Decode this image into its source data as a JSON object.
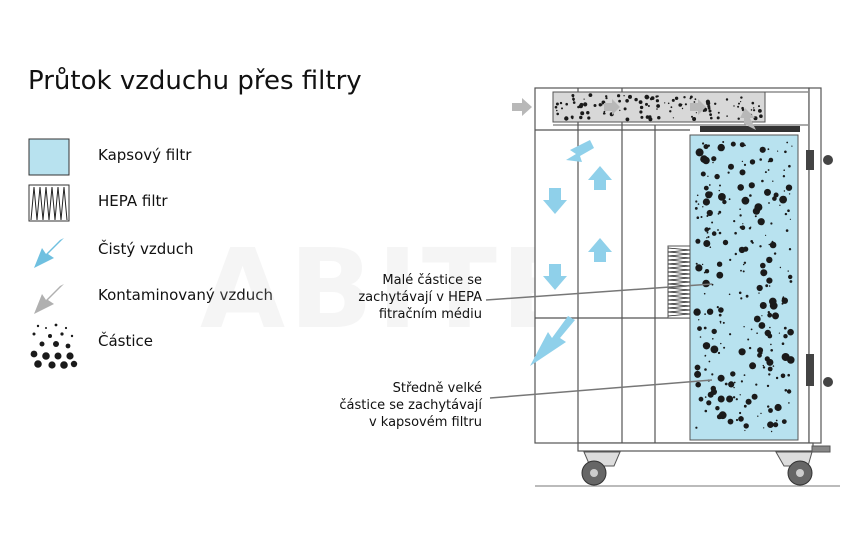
{
  "title": "Průtok vzduchu přes filtry",
  "legend": [
    {
      "id": "pocket-filter",
      "label": "Kapsový filtr",
      "icon": "pocket-filter-swatch",
      "color": "#b8e2ef"
    },
    {
      "id": "hepa-filter",
      "label": "HEPA filtr",
      "icon": "hepa-filter-zigzag"
    },
    {
      "id": "clean-air",
      "label": "Čistý vzduch",
      "icon": "clean-air-arrow-icon",
      "color": "#6fc0e0"
    },
    {
      "id": "contaminated-air",
      "label": "Kontaminovaný vzduch",
      "icon": "contaminated-air-arrow-icon",
      "color": "#b0b0b0"
    },
    {
      "id": "particles",
      "label": "Částice",
      "icon": "particles-icon",
      "color": "#1a1a1a"
    }
  ],
  "callouts": {
    "hepa": {
      "lines": [
        "Malé částice se",
        "zachytávají v HEPA",
        "fitračním médiu"
      ]
    },
    "pocket": {
      "lines": [
        "Středně velké",
        "částice se zachytávají",
        "v kapsovém filtru"
      ]
    }
  },
  "watermark": "ABITEC",
  "colors": {
    "filter_fill": "#b8e2ef",
    "clean_arrow": "#6fc0e0",
    "dirty_arrow": "#b0b0b0",
    "outline": "#555555"
  }
}
